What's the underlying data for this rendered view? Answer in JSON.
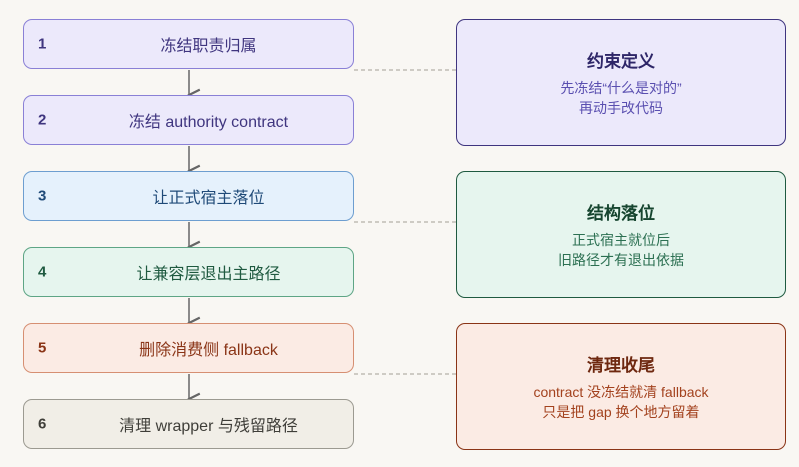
{
  "steps": [
    {
      "num": "1",
      "label": "冻结职责归属",
      "theme": "purple"
    },
    {
      "num": "2",
      "label": "冻结 authority contract",
      "theme": "purple"
    },
    {
      "num": "3",
      "label": "让正式宿主落位",
      "theme": "blue"
    },
    {
      "num": "4",
      "label": "让兼容层退出主路径",
      "theme": "green"
    },
    {
      "num": "5",
      "label": "删除消费侧 fallback",
      "theme": "orange"
    },
    {
      "num": "6",
      "label": "清理 wrapper 与残留路径",
      "theme": "gray"
    }
  ],
  "notes": [
    {
      "title": "约束定义",
      "lines": [
        "先冻结“什么是对的”",
        "再动手改代码"
      ],
      "theme": "purple"
    },
    {
      "title": "结构落位",
      "lines": [
        "正式宿主就位后",
        "旧路径才有退出依据"
      ],
      "theme": "green"
    },
    {
      "title": "清理收尾",
      "lines": [
        "contract 没冻结就清 fallback",
        "只是把 gap 换个地方留着"
      ],
      "theme": "orange"
    }
  ],
  "colors": {
    "background": "#f9f7f3",
    "purple": "#8a80d6",
    "blue": "#6d9ed0",
    "green": "#5ea585",
    "orange": "#d68f72",
    "gray": "#9c9a91",
    "arrow": "#666666",
    "dashed_connector": "#b5b1a8"
  }
}
